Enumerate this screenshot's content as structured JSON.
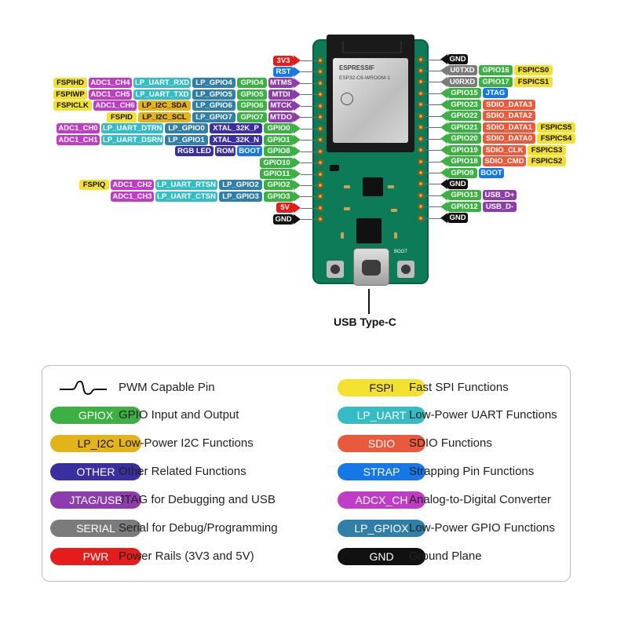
{
  "colors": {
    "gpio": "#3cb043",
    "lp_gpio": "#2f7fa8",
    "adc": "#c13cc6",
    "lp_uart": "#35bcc4",
    "lp_i2c": "#e2b41a",
    "fspi": "#f3e02f",
    "sdio": "#e85a3b",
    "strap": "#1677e6",
    "other": "#3a2fa0",
    "jtag": "#8e3cab",
    "serial": "#7b7b7b",
    "pwr": "#e51c1c",
    "gnd": "#111111"
  },
  "left_pins": [
    {
      "pin": "3V3",
      "labels": [
        {
          "text": "3V3",
          "kind": "pwr"
        }
      ]
    },
    {
      "pin": "RST",
      "labels": [
        {
          "text": "RST",
          "kind": "strap"
        }
      ]
    },
    {
      "pin": "GPIO4",
      "labels": [
        {
          "text": "MTMS",
          "kind": "jtag"
        },
        {
          "text": "GPIO4",
          "kind": "gpio"
        },
        {
          "text": "LP_GPIO4",
          "kind": "lp_gpio"
        },
        {
          "text": "LP_UART_RXD",
          "kind": "lp_uart"
        },
        {
          "text": "ADC1_CH4",
          "kind": "adc"
        },
        {
          "text": "FSPIHD",
          "kind": "fspi"
        }
      ]
    },
    {
      "pin": "GPIO5",
      "labels": [
        {
          "text": "MTDI",
          "kind": "jtag"
        },
        {
          "text": "GPIO5",
          "kind": "gpio"
        },
        {
          "text": "LP_GPIO5",
          "kind": "lp_gpio"
        },
        {
          "text": "LP_UART_TXD",
          "kind": "lp_uart"
        },
        {
          "text": "ADC1_CH5",
          "kind": "adc"
        },
        {
          "text": "FSPIWP",
          "kind": "fspi"
        }
      ]
    },
    {
      "pin": "GPIO6",
      "labels": [
        {
          "text": "MTCK",
          "kind": "jtag"
        },
        {
          "text": "GPIO6",
          "kind": "gpio"
        },
        {
          "text": "LP_GPIO6",
          "kind": "lp_gpio"
        },
        {
          "text": "LP_I2C_SDA",
          "kind": "lp_i2c"
        },
        {
          "text": "ADC1_CH6",
          "kind": "adc"
        },
        {
          "text": "FSPICLK",
          "kind": "fspi"
        }
      ]
    },
    {
      "pin": "GPIO7",
      "labels": [
        {
          "text": "MTDO",
          "kind": "jtag"
        },
        {
          "text": "GPIO7",
          "kind": "gpio"
        },
        {
          "text": "LP_GPIO7",
          "kind": "lp_gpio"
        },
        {
          "text": "LP_I2C_SCL",
          "kind": "lp_i2c"
        },
        {
          "text": "FSPID",
          "kind": "fspi"
        }
      ]
    },
    {
      "pin": "GPIO0",
      "labels": [
        {
          "text": "GPIO0",
          "kind": "gpio"
        },
        {
          "text": "XTAL_32K_P",
          "kind": "other"
        },
        {
          "text": "LP_GPIO0",
          "kind": "lp_gpio"
        },
        {
          "text": "LP_UART_DTRN",
          "kind": "lp_uart"
        },
        {
          "text": "ADC1_CH0",
          "kind": "adc"
        }
      ]
    },
    {
      "pin": "GPIO1",
      "labels": [
        {
          "text": "GPIO1",
          "kind": "gpio"
        },
        {
          "text": "XTAL_32K_N",
          "kind": "other"
        },
        {
          "text": "LP_GPIO1",
          "kind": "lp_gpio"
        },
        {
          "text": "LP_UART_DSRN",
          "kind": "lp_uart"
        },
        {
          "text": "ADC1_CH1",
          "kind": "adc"
        }
      ]
    },
    {
      "pin": "GPIO8",
      "labels": [
        {
          "text": "GPIO8",
          "kind": "gpio"
        },
        {
          "text": "BOOT",
          "kind": "strap"
        },
        {
          "text": "ROM",
          "kind": "other"
        },
        {
          "text": "RGB LED",
          "kind": "other"
        }
      ]
    },
    {
      "pin": "GPIO10",
      "labels": [
        {
          "text": "GPIO10",
          "kind": "gpio"
        }
      ]
    },
    {
      "pin": "GPIO11",
      "labels": [
        {
          "text": "GPIO11",
          "kind": "gpio"
        }
      ]
    },
    {
      "pin": "GPIO2",
      "labels": [
        {
          "text": "GPIO2",
          "kind": "gpio"
        },
        {
          "text": "LP_GPIO2",
          "kind": "lp_gpio"
        },
        {
          "text": "LP_UART_RTSN",
          "kind": "lp_uart"
        },
        {
          "text": "ADC1_CH2",
          "kind": "adc"
        },
        {
          "text": "FSPIQ",
          "kind": "fspi"
        }
      ]
    },
    {
      "pin": "GPIO3",
      "labels": [
        {
          "text": "GPIO3",
          "kind": "gpio"
        },
        {
          "text": "LP_GPIO3",
          "kind": "lp_gpio"
        },
        {
          "text": "LP_UART_CTSN",
          "kind": "lp_uart"
        },
        {
          "text": "ADC1_CH3",
          "kind": "adc"
        }
      ]
    },
    {
      "pin": "5V",
      "labels": [
        {
          "text": "5V",
          "kind": "pwr"
        }
      ]
    },
    {
      "pin": "GND",
      "labels": [
        {
          "text": "GND",
          "kind": "gnd"
        }
      ]
    }
  ],
  "right_pins": [
    {
      "pin": "GND",
      "labels": [
        {
          "text": "GND",
          "kind": "gnd"
        }
      ]
    },
    {
      "pin": "GPIO16",
      "labels": [
        {
          "text": "U0TXD",
          "kind": "serial"
        },
        {
          "text": "GPIO16",
          "kind": "gpio"
        },
        {
          "text": "FSPICS0",
          "kind": "fspi"
        }
      ]
    },
    {
      "pin": "GPIO17",
      "labels": [
        {
          "text": "U0RXD",
          "kind": "serial"
        },
        {
          "text": "GPIO17",
          "kind": "gpio"
        },
        {
          "text": "FSPICS1",
          "kind": "fspi"
        }
      ]
    },
    {
      "pin": "GPIO15",
      "labels": [
        {
          "text": "GPIO15",
          "kind": "gpio"
        },
        {
          "text": "JTAG",
          "kind": "strap"
        }
      ]
    },
    {
      "pin": "GPIO23",
      "labels": [
        {
          "text": "GPIO23",
          "kind": "gpio"
        },
        {
          "text": "SDIO_DATA3",
          "kind": "sdio"
        }
      ]
    },
    {
      "pin": "GPIO22",
      "labels": [
        {
          "text": "GPIO22",
          "kind": "gpio"
        },
        {
          "text": "SDIO_DATA2",
          "kind": "sdio"
        }
      ]
    },
    {
      "pin": "GPIO21",
      "labels": [
        {
          "text": "GPIO21",
          "kind": "gpio"
        },
        {
          "text": "SDIO_DATA1",
          "kind": "sdio"
        },
        {
          "text": "FSPICS5",
          "kind": "fspi"
        }
      ]
    },
    {
      "pin": "GPIO20",
      "labels": [
        {
          "text": "GPIO20",
          "kind": "gpio"
        },
        {
          "text": "SDIO_DATA0",
          "kind": "sdio"
        },
        {
          "text": "FSPICS4",
          "kind": "fspi"
        }
      ]
    },
    {
      "pin": "GPIO19",
      "labels": [
        {
          "text": "GPIO19",
          "kind": "gpio"
        },
        {
          "text": "SDIO_CLK",
          "kind": "sdio"
        },
        {
          "text": "FSPICS3",
          "kind": "fspi"
        }
      ]
    },
    {
      "pin": "GPIO18",
      "labels": [
        {
          "text": "GPIO18",
          "kind": "gpio"
        },
        {
          "text": "SDIO_CMD",
          "kind": "sdio"
        },
        {
          "text": "FSPICS2",
          "kind": "fspi"
        }
      ]
    },
    {
      "pin": "GPIO9",
      "labels": [
        {
          "text": "GPIO9",
          "kind": "gpio"
        },
        {
          "text": "BOOT",
          "kind": "strap"
        }
      ]
    },
    {
      "pin": "GND",
      "labels": [
        {
          "text": "GND",
          "kind": "gnd"
        }
      ]
    },
    {
      "pin": "GPIO13",
      "labels": [
        {
          "text": "GPIO13",
          "kind": "gpio"
        },
        {
          "text": "USB_D+",
          "kind": "jtag"
        }
      ]
    },
    {
      "pin": "GPIO12",
      "labels": [
        {
          "text": "GPIO12",
          "kind": "gpio"
        },
        {
          "text": "USB_D-",
          "kind": "jtag"
        }
      ]
    },
    {
      "pin": "GND",
      "labels": [
        {
          "text": "GND",
          "kind": "gnd"
        }
      ]
    }
  ],
  "board": {
    "module_brand": "ESPRESSIF",
    "module_model": "ESP32-C6-WROOM-1",
    "usb_caption": "USB Type-C",
    "silk_boot": "BOOT",
    "pwm_icon": "pwm-wave-icon"
  },
  "legend": [
    {
      "tag": "",
      "kind": "pwm",
      "text": "PWM Capable Pin"
    },
    {
      "tag": "FSPI",
      "kind": "fspi",
      "text": "Fast SPI Functions"
    },
    {
      "tag": "GPIOX",
      "kind": "gpio",
      "text": "GPIO Input and Output"
    },
    {
      "tag": "LP_UART",
      "kind": "lp_uart",
      "text": "Low-Power UART Functions"
    },
    {
      "tag": "LP_I2C",
      "kind": "lp_i2c",
      "text": "Low-Power I2C Functions"
    },
    {
      "tag": "SDIO",
      "kind": "sdio",
      "text": "SDIO Functions"
    },
    {
      "tag": "OTHER",
      "kind": "other",
      "text": "Other Related Functions"
    },
    {
      "tag": "STRAP",
      "kind": "strap",
      "text": "Strapping Pin Functions"
    },
    {
      "tag": "JTAG/USB",
      "kind": "jtag",
      "text": "JTAG for Debugging and USB"
    },
    {
      "tag": "ADCX_CH",
      "kind": "adc",
      "text": "Analog-to-Digital Converter"
    },
    {
      "tag": "SERIAL",
      "kind": "serial",
      "text": "Serial for Debug/Programming"
    },
    {
      "tag": "LP_GPIOX",
      "kind": "lp_gpio",
      "text": "Low-Power GPIO Functions"
    },
    {
      "tag": "PWR",
      "kind": "pwr",
      "text": "Power Rails (3V3 and 5V)"
    },
    {
      "tag": "GND",
      "kind": "gnd",
      "text": "Ground Plane"
    }
  ]
}
